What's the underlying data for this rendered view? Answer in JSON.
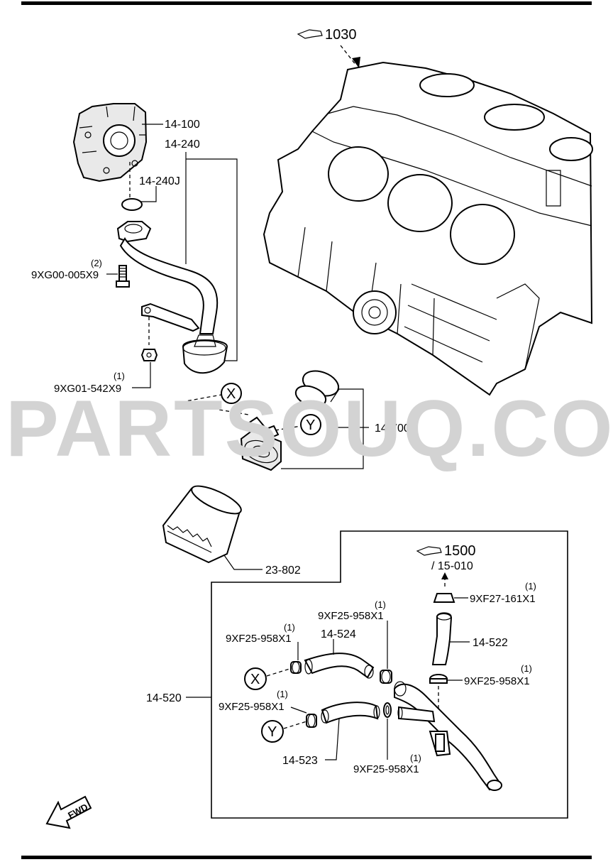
{
  "reference_1030": "1030",
  "reference_1500": "1500",
  "reference_15010": "/ 15-010",
  "watermark": "PARTSOUQ.COM",
  "fwd": "FWD",
  "circle_x": "X",
  "circle_y": "Y",
  "labels": {
    "p14_100": "14-100",
    "p14_240": "14-240",
    "p14_240j": "14-240J",
    "bolt": "9XG00-005X9",
    "bolt_qty": "(2)",
    "nut": "9XG01-542X9",
    "nut_qty": "(1)",
    "p14_700": "14-700",
    "p23_802": "23-802",
    "p14_520": "14-520",
    "cap": "9XF27-161X1",
    "cap_qty": "(1)",
    "p14_522": "14-522",
    "clamp_a": "9XF25-958X1",
    "clamp_a_qty": "(1)",
    "clamp_b": "9XF25-958X1",
    "clamp_b_qty": "(1)",
    "p14_524": "14-524",
    "clamp_c": "9XF25-958X1",
    "clamp_c_qty": "(1)",
    "clamp_d": "9XF25-958X1",
    "clamp_d_qty": "(1)",
    "p14_523": "14-523",
    "clamp_e": "9XF25-958X1",
    "clamp_e_qty": "(1)"
  }
}
